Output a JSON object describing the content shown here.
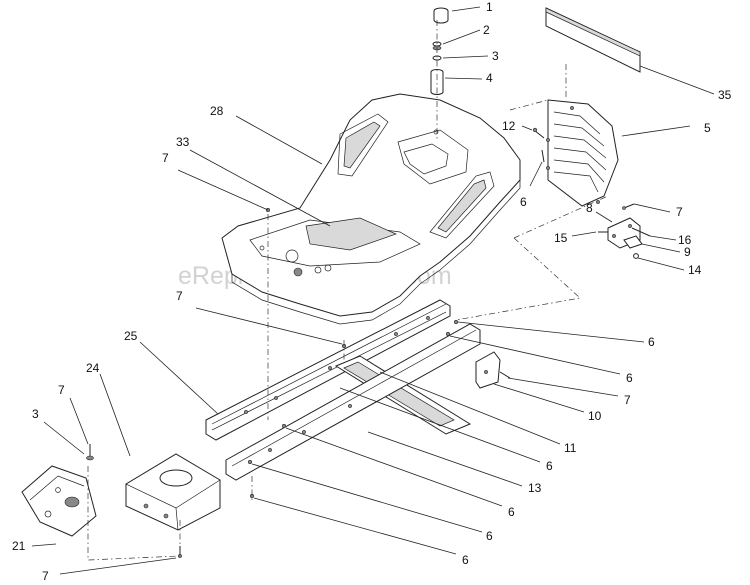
{
  "watermark": "eReplacementParts.com",
  "callouts": [
    {
      "id": "c1",
      "text": "1"
    },
    {
      "id": "c2",
      "text": "2"
    },
    {
      "id": "c3a",
      "text": "3"
    },
    {
      "id": "c4",
      "text": "4"
    },
    {
      "id": "c35",
      "text": "35"
    },
    {
      "id": "c28",
      "text": "28"
    },
    {
      "id": "c12",
      "text": "12"
    },
    {
      "id": "c5",
      "text": "5"
    },
    {
      "id": "c33",
      "text": "33"
    },
    {
      "id": "c7a",
      "text": "7"
    },
    {
      "id": "c6a",
      "text": "6"
    },
    {
      "id": "c7b",
      "text": "7"
    },
    {
      "id": "c8",
      "text": "8"
    },
    {
      "id": "c15",
      "text": "15"
    },
    {
      "id": "c16",
      "text": "16"
    },
    {
      "id": "c9",
      "text": "9"
    },
    {
      "id": "c14",
      "text": "14"
    },
    {
      "id": "c7c",
      "text": "7"
    },
    {
      "id": "c6b",
      "text": "6"
    },
    {
      "id": "c25",
      "text": "25"
    },
    {
      "id": "c6c",
      "text": "6"
    },
    {
      "id": "c7d",
      "text": "7"
    },
    {
      "id": "c10",
      "text": "10"
    },
    {
      "id": "c24",
      "text": "24"
    },
    {
      "id": "c7e",
      "text": "7"
    },
    {
      "id": "c3b",
      "text": "3"
    },
    {
      "id": "c11",
      "text": "11"
    },
    {
      "id": "c6d",
      "text": "6"
    },
    {
      "id": "c13",
      "text": "13"
    },
    {
      "id": "c6e",
      "text": "6"
    },
    {
      "id": "c6f",
      "text": "6"
    },
    {
      "id": "c21",
      "text": "21"
    },
    {
      "id": "c6g",
      "text": "6"
    },
    {
      "id": "c7f",
      "text": "7"
    }
  ]
}
